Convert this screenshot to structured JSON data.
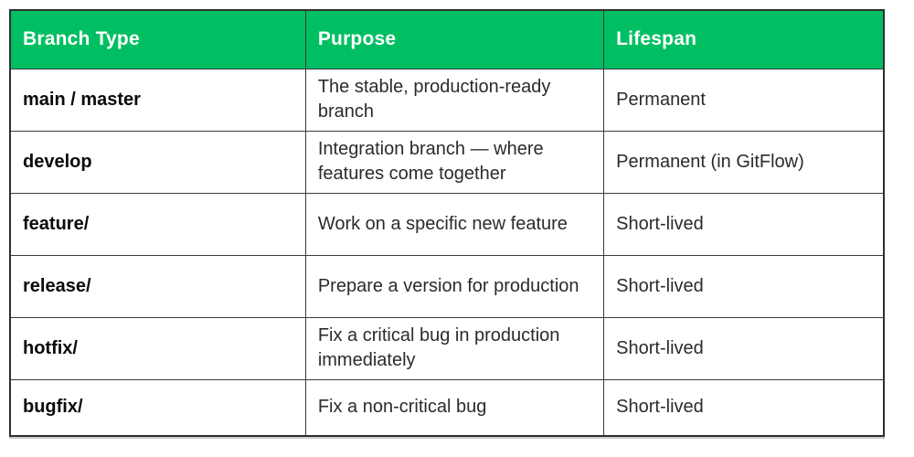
{
  "table": {
    "headers": {
      "branch": "Branch Type",
      "purpose": "Purpose",
      "lifespan": "Lifespan"
    },
    "rows": [
      {
        "branch": "main / master",
        "purpose": "The stable, production-ready\nbranch",
        "lifespan": "Permanent"
      },
      {
        "branch": "develop",
        "purpose": "Integration branch — where\nfeatures come together",
        "lifespan": "Permanent (in GitFlow)"
      },
      {
        "branch": "feature/",
        "purpose": "Work on a specific new feature",
        "lifespan": "Short-lived"
      },
      {
        "branch": "release/",
        "purpose": "Prepare a version for production",
        "lifespan": "Short-lived"
      },
      {
        "branch": "hotfix/",
        "purpose": "Fix a critical bug in production\nimmediately",
        "lifespan": "Short-lived"
      },
      {
        "branch": "bugfix/",
        "purpose": "Fix a non-critical bug",
        "lifespan": "Short-lived"
      }
    ],
    "colors": {
      "header_bg": "#00BF63",
      "header_text": "#ffffff",
      "body_text": "#2b2b2b",
      "grid_border": "#3a3a3a",
      "outer_border": "#2f2f2f"
    }
  }
}
